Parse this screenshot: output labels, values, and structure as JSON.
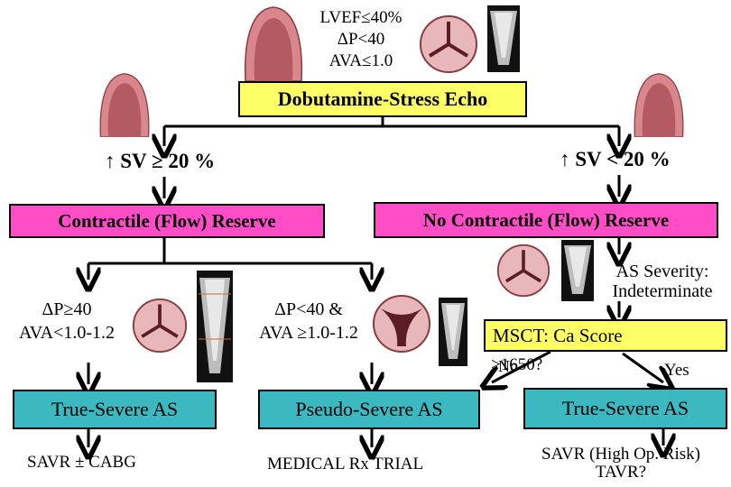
{
  "top": {
    "criteria": [
      "LVEF≤40%",
      "ΔP<40",
      "AVA≤1.0"
    ],
    "test_box": "Dobutamine-Stress Echo"
  },
  "left": {
    "sv_label": "↑ SV ≥ 20 %",
    "reserve_box": "Contractile (Flow) Reserve",
    "true_severe": {
      "criteria": [
        "ΔP≥40",
        "AVA<1.0-1.2"
      ],
      "box": "True-Severe AS",
      "treatment": "SAVR ± CABG"
    },
    "pseudo_severe": {
      "criteria": [
        "ΔP<40 &",
        "AVA ≥1.0-1.2"
      ],
      "box": "Pseudo-Severe AS",
      "treatment": "MEDICAL Rx TRIAL"
    }
  },
  "right": {
    "sv_label": "↑ SV < 20 %",
    "reserve_box": "No Contractile (Flow) Reserve",
    "severity": [
      "AS Severity:",
      "Indeterminate"
    ],
    "msct_box": "MSCT: Ca Score",
    "msct_threshold": ">1650?",
    "no_label": "No",
    "yes_label": "Yes",
    "true_severe": {
      "box": "True-Severe AS",
      "treatment": [
        "SAVR (High Op. Risk)",
        "TAVR?"
      ]
    }
  },
  "colors": {
    "yellow_box": "#ffff66",
    "magenta_box": "#ff4dc8",
    "teal_box": "#3cb8c0",
    "heart": "#d9868c",
    "valve": "#e7b7ba"
  }
}
